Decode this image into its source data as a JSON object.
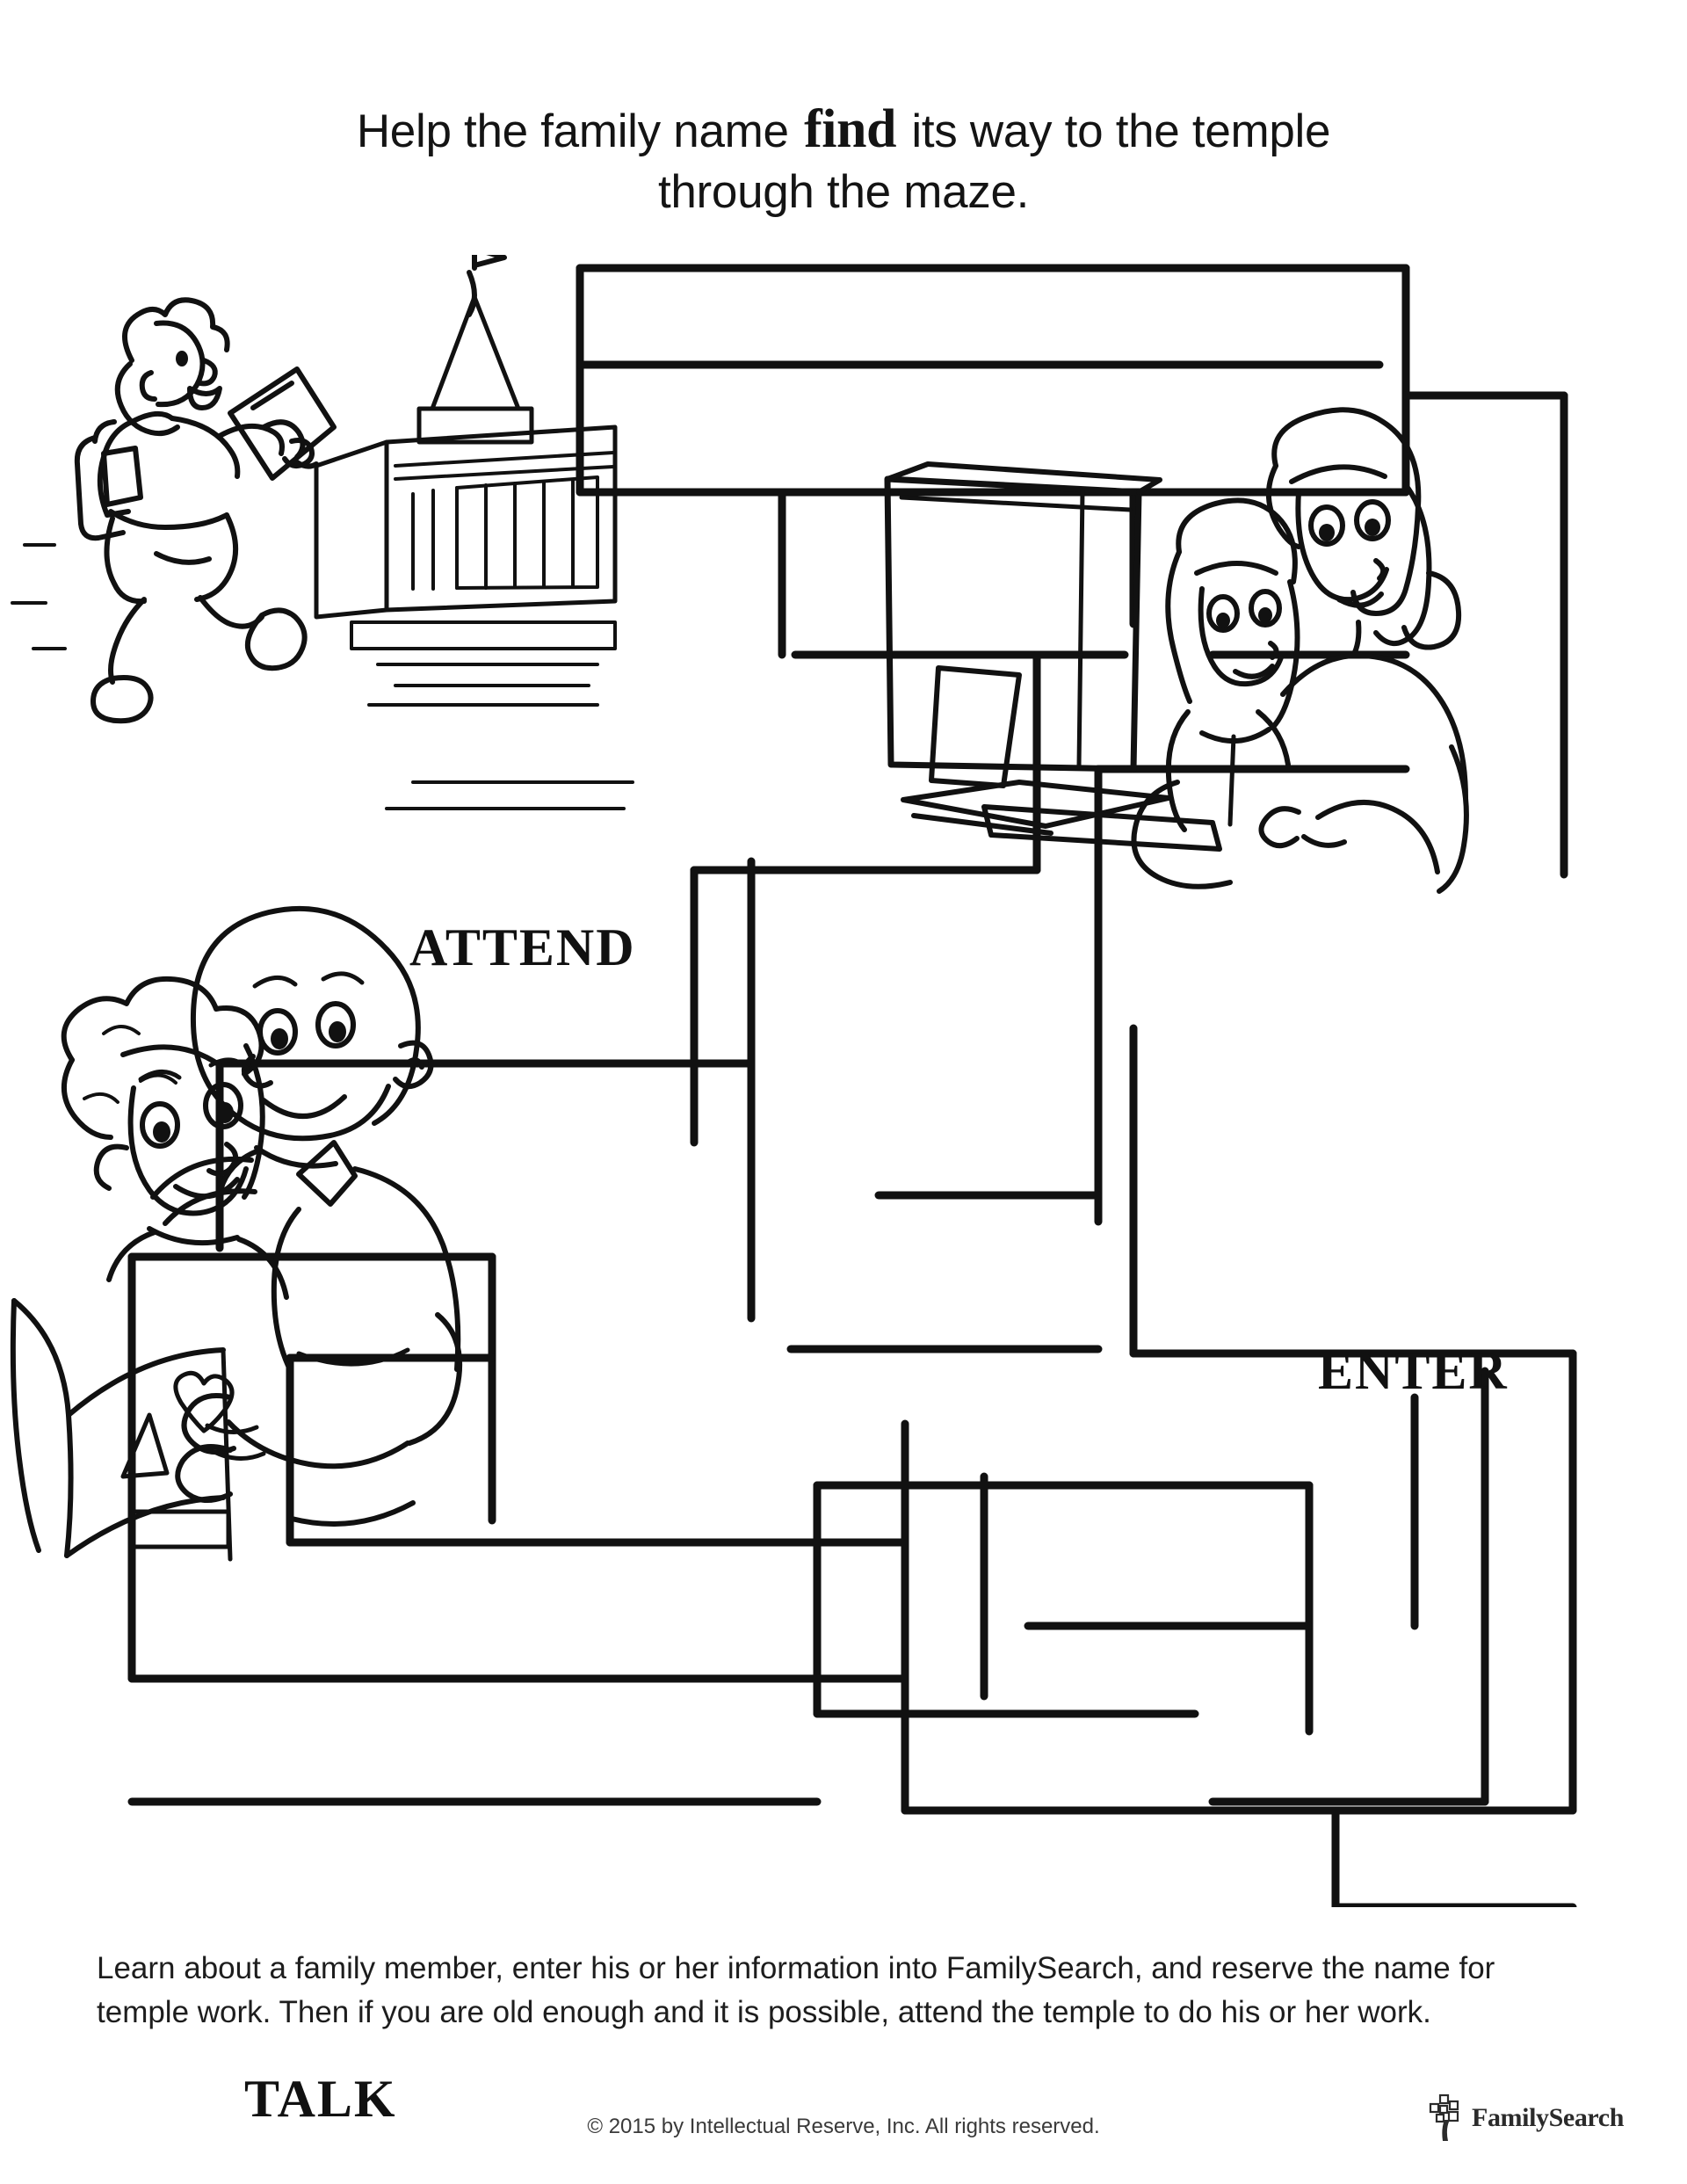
{
  "title": {
    "line1_before": "Help the family name",
    "line1_emph": "find",
    "line1_after": "its way to the temple",
    "line2": "through the maze."
  },
  "labels": {
    "attend": "ATTEND",
    "enter": "ENTER",
    "talk": "TALK"
  },
  "footer": {
    "paragraph": "Learn about a family member, enter his or her information into FamilySearch, and reserve the name for temple work. Then if you are old enough and it is possible, attend the temple to do his or her work.",
    "copyright": "© 2015 by Intellectual Reserve, Inc. All rights reserved.",
    "logo_word": "FamilySearch"
  },
  "colors": {
    "ink": "#111111",
    "paper": "#ffffff",
    "line": "#1a1a1a"
  },
  "illustrations": {
    "attend_scene": "boy-running-with-paper-to-temple",
    "enter_scene": "mother-and-daughter-at-computer",
    "talk_scene": "father-and-son-reading-book"
  },
  "maze": {
    "type": "rectilinear-walls",
    "stroke_width": 9,
    "walls": [
      [
        660,
        15,
        1600,
        15
      ],
      [
        660,
        15,
        660,
        270
      ],
      [
        1600,
        15,
        1600,
        270
      ],
      [
        660,
        270,
        1600,
        270
      ],
      [
        660,
        125,
        1570,
        125
      ],
      [
        1600,
        160,
        1780,
        160
      ],
      [
        1780,
        160,
        1780,
        705
      ],
      [
        890,
        270,
        890,
        455
      ],
      [
        1290,
        270,
        1290,
        420
      ],
      [
        905,
        455,
        1280,
        455
      ],
      [
        1380,
        455,
        1600,
        455
      ],
      [
        1180,
        455,
        1180,
        700
      ],
      [
        790,
        700,
        1180,
        700
      ],
      [
        790,
        700,
        790,
        1010
      ],
      [
        1250,
        585,
        1600,
        585
      ],
      [
        1250,
        585,
        1250,
        1100
      ],
      [
        250,
        920,
        250,
        1130
      ],
      [
        250,
        920,
        855,
        920
      ],
      [
        855,
        690,
        855,
        1210
      ],
      [
        150,
        1140,
        560,
        1140
      ],
      [
        150,
        1140,
        150,
        1620
      ],
      [
        560,
        1140,
        560,
        1440
      ],
      [
        330,
        1255,
        560,
        1255
      ],
      [
        330,
        1255,
        330,
        1465
      ],
      [
        330,
        1465,
        1030,
        1465
      ],
      [
        1000,
        1070,
        1250,
        1070
      ],
      [
        900,
        1245,
        1250,
        1245
      ],
      [
        150,
        1620,
        1030,
        1620
      ],
      [
        1030,
        1330,
        1030,
        1770
      ],
      [
        1290,
        880,
        1290,
        1250
      ],
      [
        1290,
        1250,
        1790,
        1250
      ],
      [
        1790,
        1250,
        1790,
        1770
      ],
      [
        1120,
        1390,
        1120,
        1640
      ],
      [
        930,
        1400,
        1490,
        1400
      ],
      [
        1490,
        1400,
        1490,
        1680
      ],
      [
        1170,
        1560,
        1490,
        1560
      ],
      [
        930,
        1660,
        1360,
        1660
      ],
      [
        930,
        1400,
        930,
        1660
      ],
      [
        1610,
        1300,
        1610,
        1560
      ],
      [
        1690,
        1270,
        1690,
        1760
      ],
      [
        1030,
        1770,
        1790,
        1770
      ],
      [
        150,
        1760,
        930,
        1760
      ],
      [
        1380,
        1760,
        1690,
        1760
      ],
      [
        1520,
        1770,
        1520,
        1880
      ],
      [
        1520,
        1880,
        1790,
        1880
      ]
    ]
  }
}
